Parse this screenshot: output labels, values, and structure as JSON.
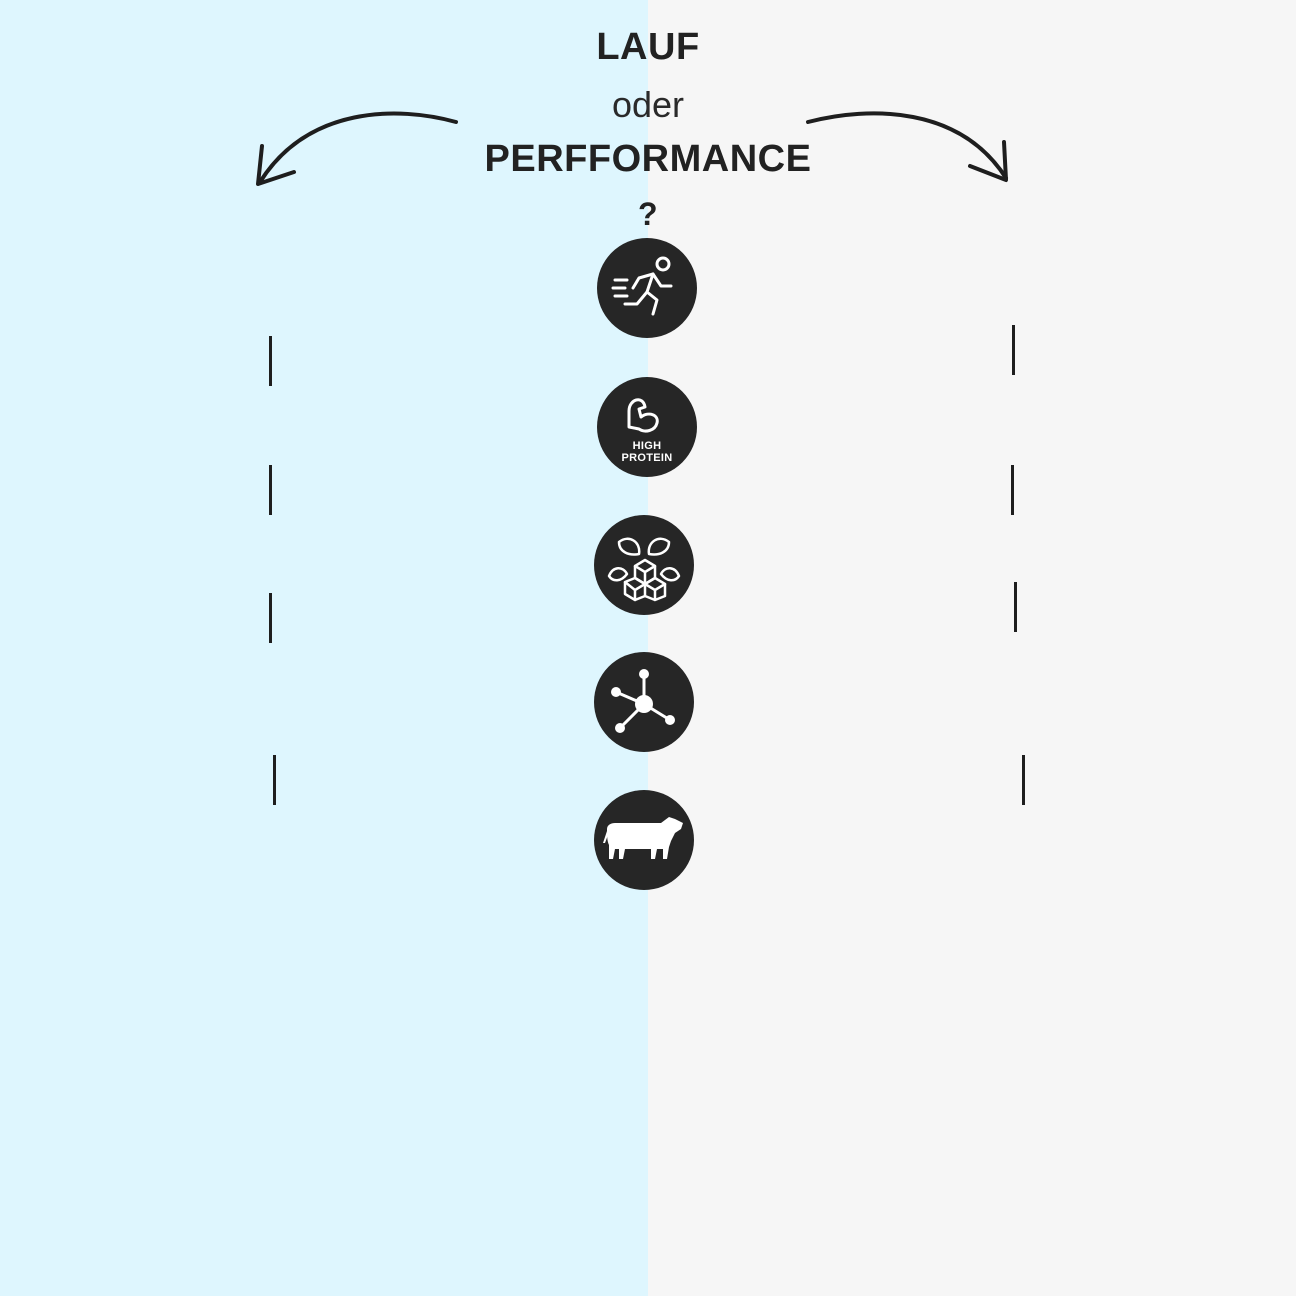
{
  "heading": {
    "line1": "LAUF",
    "line2": "oder",
    "line3": "PERFFORMANCE",
    "line4": "?"
  },
  "icons": [
    {
      "name": "runner-icon"
    },
    {
      "name": "high-protein-icon",
      "label_line1": "HIGH",
      "label_line2": "PROTEIN"
    },
    {
      "name": "sugar-leaves-icon"
    },
    {
      "name": "molecule-icon"
    },
    {
      "name": "cow-icon"
    }
  ],
  "colors": {
    "left_background": "#def6fe",
    "right_background": "#f6f6f6",
    "icon_circle": "#262626",
    "text": "#222222"
  }
}
